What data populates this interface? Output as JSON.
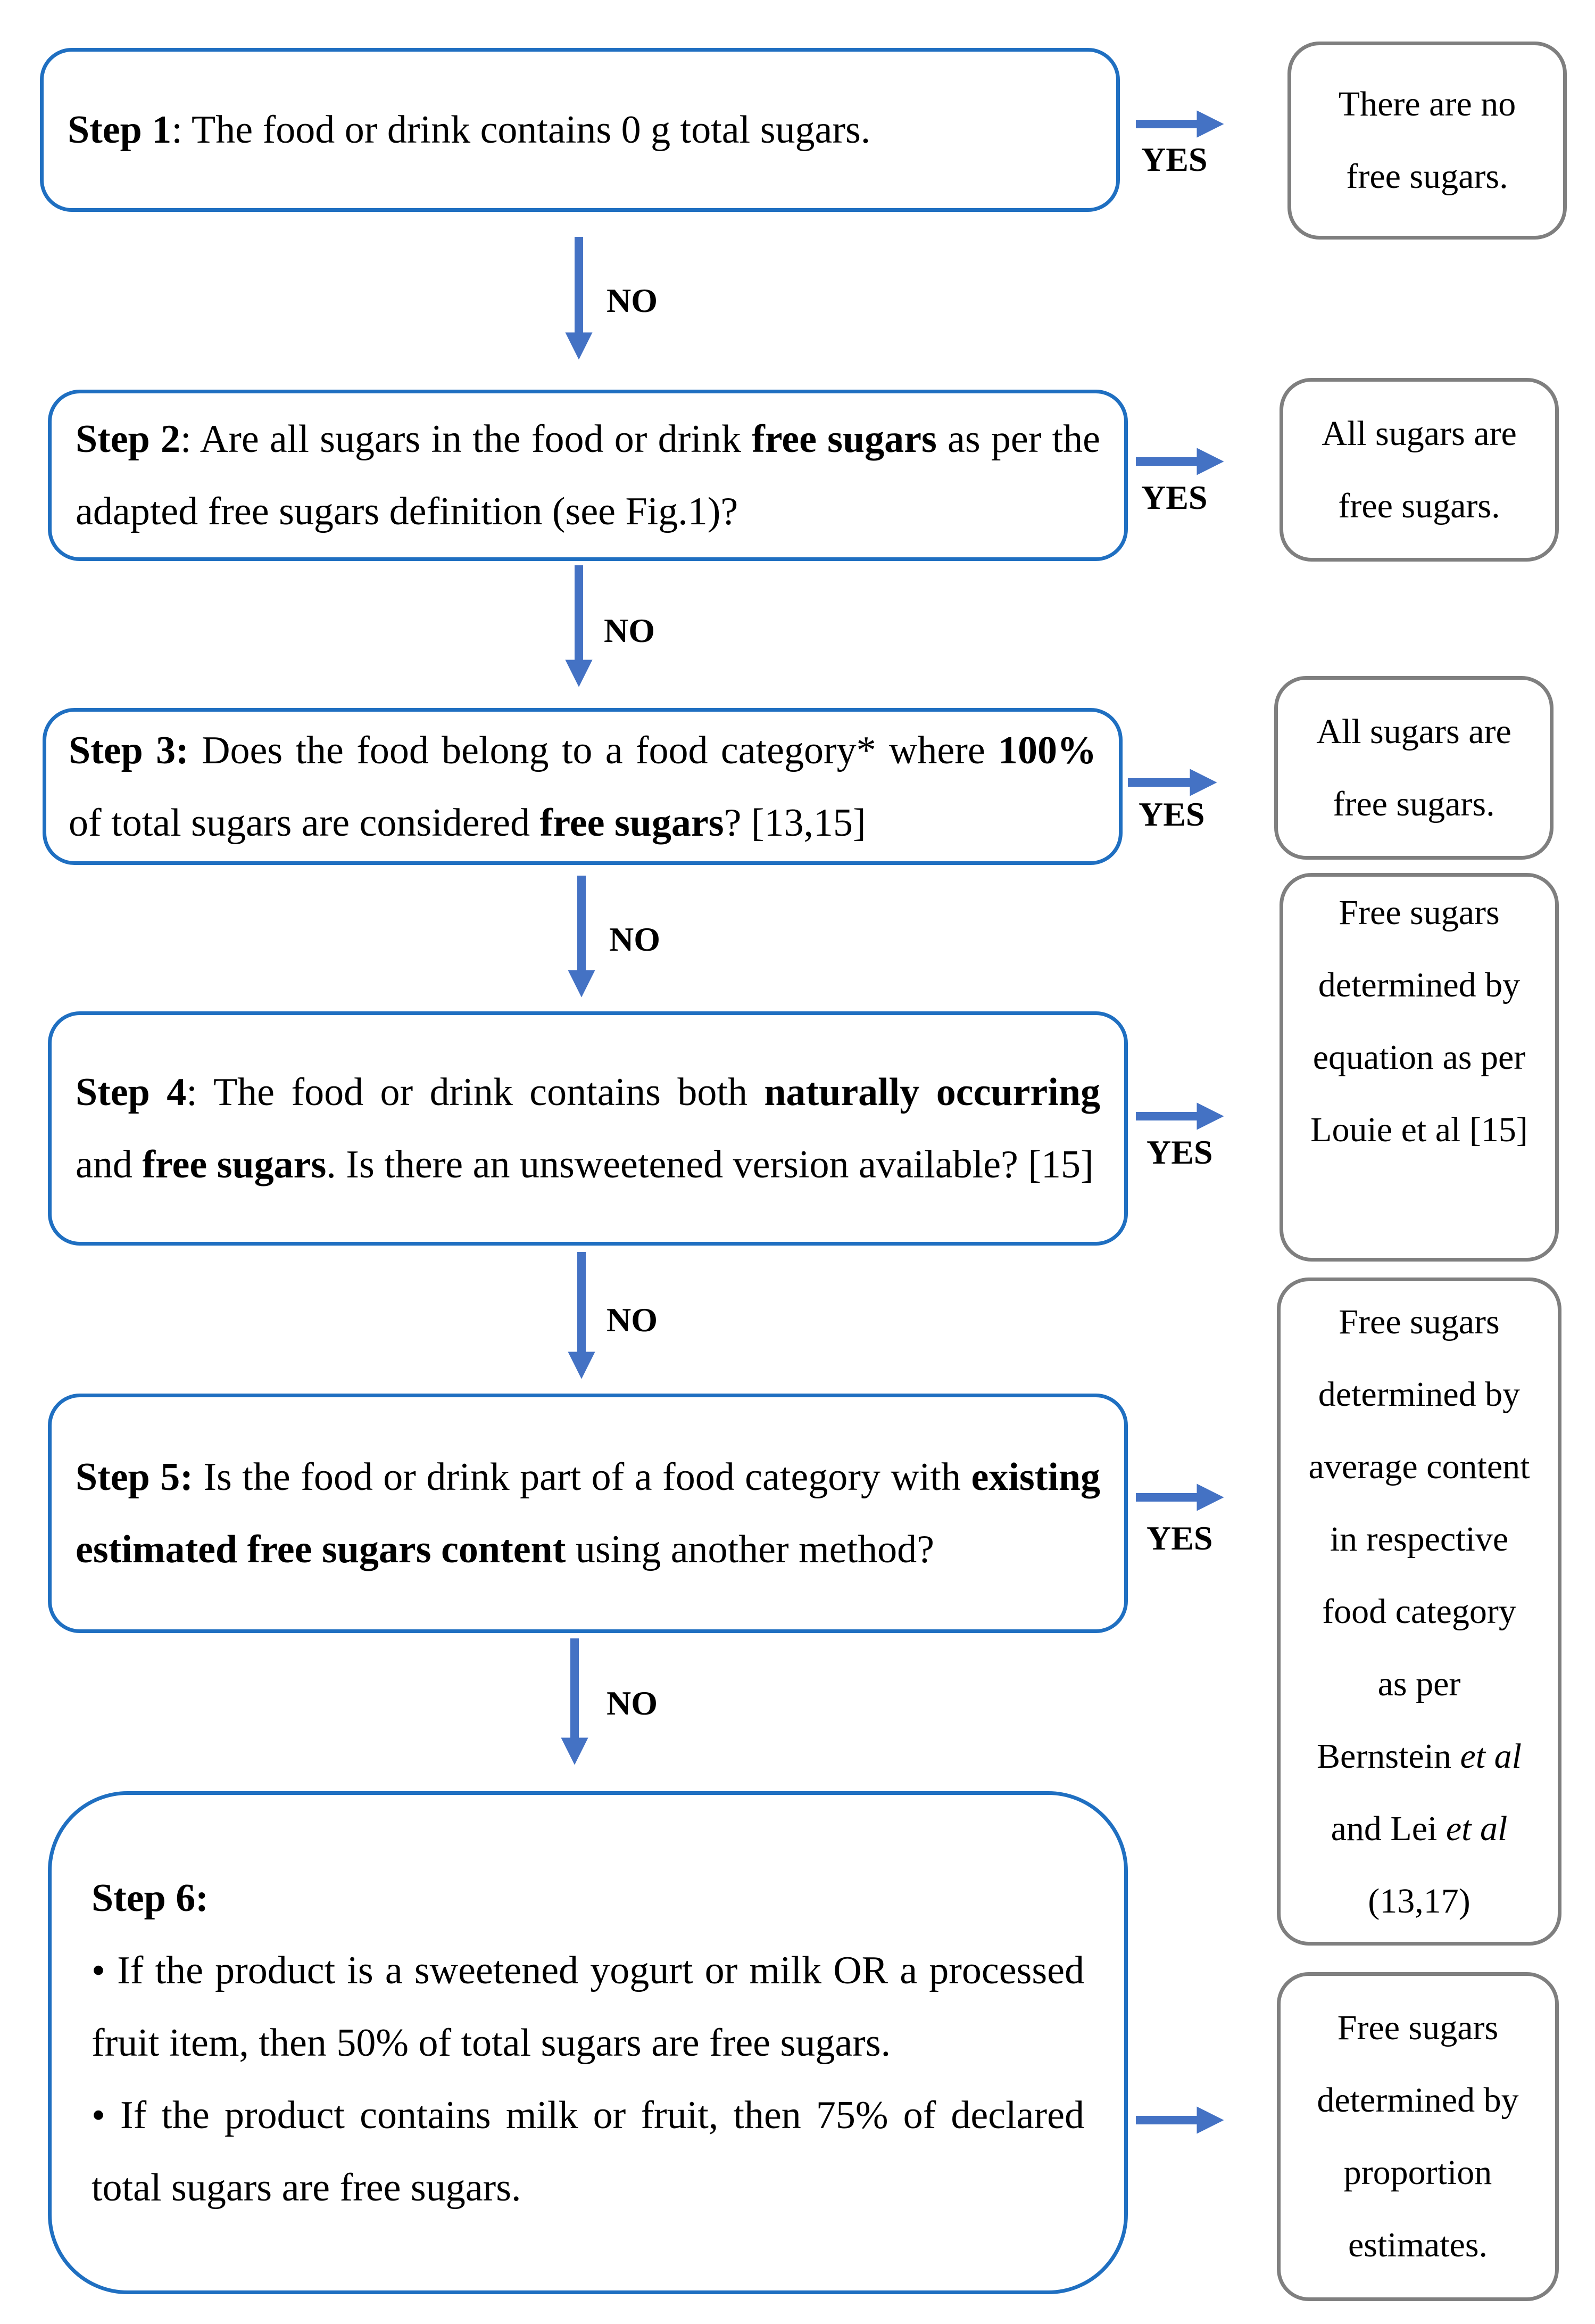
{
  "steps": {
    "s1": {
      "label": "Step 1",
      "text": ": The food or drink contains 0 g total sugars."
    },
    "s2": {
      "label": "Step 2",
      "t1": ": Are all sugars in the food or drink ",
      "b1": "free sugars",
      "t2": " as per the adapted free sugars definition (see Fig.1)?"
    },
    "s3": {
      "label": "Step 3:",
      "t1": " Does the food belong to a food category* where ",
      "b1": "100%",
      "t2": " of total sugars are considered ",
      "b2": "free sugars",
      "t3": "? [13,15]"
    },
    "s4": {
      "label": "Step 4",
      "t1": ": The food or drink contains both ",
      "b1": "naturally occurring",
      "t2": " and ",
      "b2": "free sugars",
      "t3": ". Is there an unsweetened version available? [15]"
    },
    "s5": {
      "label": "Step 5:",
      "t1": " Is the food or drink part of a food category with ",
      "b1": "existing estimated free sugars content",
      "t2": " using another method?"
    },
    "s6": {
      "label": "Step 6:",
      "bullet1": "• If the product is a sweetened yogurt or milk OR a processed fruit item, then 50% of total sugars are free sugars.",
      "bullet2": "• If the product contains milk or fruit, then 75% of declared total sugars are free sugars."
    }
  },
  "outcomes": {
    "o1": [
      "There are no",
      "free sugars."
    ],
    "o2": [
      "All sugars are",
      "free sugars."
    ],
    "o3": [
      "All sugars are",
      "free sugars."
    ],
    "o4": [
      "Free sugars",
      "determined by",
      "equation as per",
      "Louie et al [15]"
    ],
    "o5": {
      "l1": "Free sugars",
      "l2": "determined by",
      "l3": "average content",
      "l4": "in respective",
      "l5": "food category",
      "l6": "as per",
      "l7a": "Bernstein ",
      "l7b": "et al",
      "l8a": "and Lei ",
      "l8b": "et al",
      "l9": "(13,17)"
    },
    "o6": [
      "Free sugars",
      "determined by",
      "proportion",
      "estimates."
    ]
  },
  "labels": {
    "yes": "YES",
    "no": "NO"
  },
  "colors": {
    "step_border": "#1f6fc1",
    "outcome_border": "#7f7f7f",
    "arrow": "#4472c4"
  }
}
